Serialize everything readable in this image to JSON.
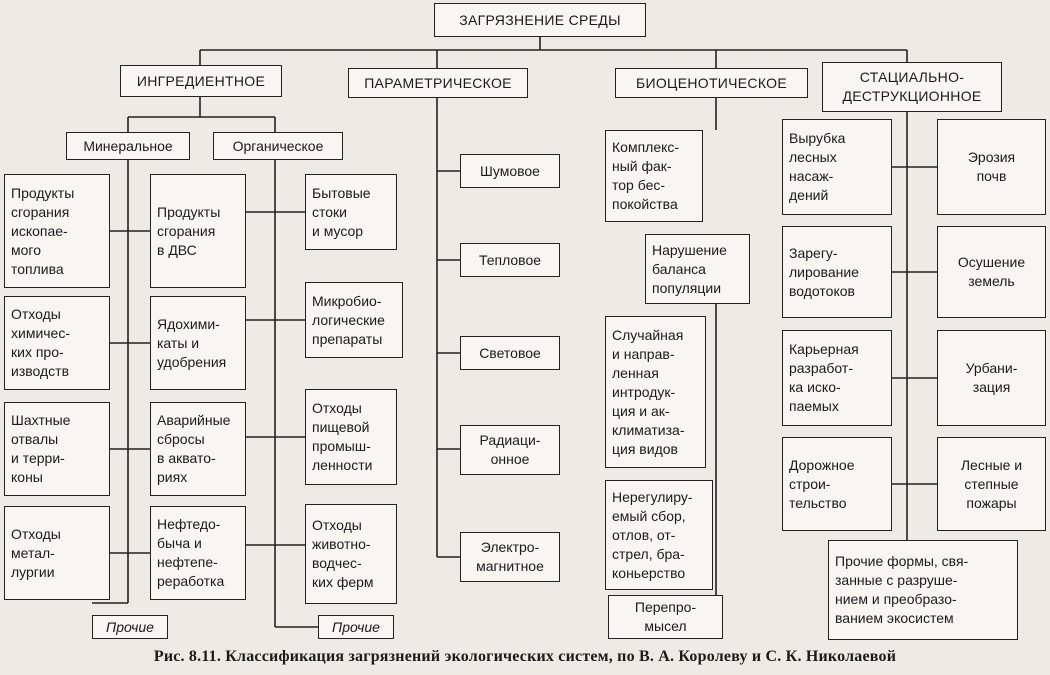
{
  "diagram": {
    "root": "ЗАГРЯЗНЕНИЕ СРЕДЫ",
    "ingredient": {
      "title": "ИНГРЕДИЕНТНОЕ",
      "mineral": {
        "title": "Минеральное",
        "items": [
          "Продукты\nсгорания\nископае-\nмого\nтоплива",
          "Отходы\nхимичес-\nких про-\nизводств",
          "Шахтные\nотвалы\nи терри-\nконы",
          "Отходы\nметал-\nлургии"
        ]
      },
      "shared": [
        "Продукты\nсгорания\nв ДВС",
        "Ядохими-\nкаты и\nудобрения",
        "Аварийные\nсбросы\nв аквато-\nриях",
        "Нефтедо-\nбыча и\nнефтепе-\nреработка"
      ],
      "organic": {
        "title": "Органическое",
        "items": [
          "Бытовые\nстоки\nи мусор",
          "Микробио-\nлогические\nпрепараты",
          "Отходы\nпищевой\nпромыш-\nленности",
          "Отходы\nживотно-\nводчес-\nких ферм"
        ]
      },
      "other_left": "Прочие",
      "other_right": "Прочие"
    },
    "parametric": {
      "title": "ПАРАМЕТРИЧЕСКОЕ",
      "items": [
        "Шумовое",
        "Тепловое",
        "Световое",
        "Радиаци-\nонное",
        "Электро-\nмагнитное"
      ]
    },
    "biocenotic": {
      "title": "БИОЦЕНОТИЧЕСКОЕ",
      "items": [
        "Комплекс-\nный фак-\nтор бес-\nпокойства",
        "Нарушение\nбаланса\nпопуляции",
        "Случайная\nи направ-\nленная\nинтродук-\nция и ак-\nклиматиза-\nция видов",
        "Нерегулиру-\nемый сбор,\nотлов, от-\nстрел, бра-\nконьерство",
        "Перепро-\nмысел"
      ]
    },
    "stational": {
      "title": "СТАЦИАЛЬНО-\nДЕСТРУКЦИОННОЕ",
      "left": [
        "Вырубка\nлесных\nнасаж-\nдений",
        "Зарегу-\nлирование\nводотоков",
        "Карьерная\nразработ-\nка иско-\nпаемых",
        "Дорожное\nстрои-\nтельство"
      ],
      "right": [
        "Эрозия\nпочв",
        "Осушение\nземель",
        "Урбани-\nзация",
        "Лесные и\nстепные\nпожары"
      ],
      "other": "Прочие формы, свя-\nзанные с разруше-\nнием и преобразо-\nванием экосистем"
    }
  },
  "caption": "Рис. 8.11. Классификация загрязнений экологических систем, по В. А. Королеву и С. К. Николаевой"
}
